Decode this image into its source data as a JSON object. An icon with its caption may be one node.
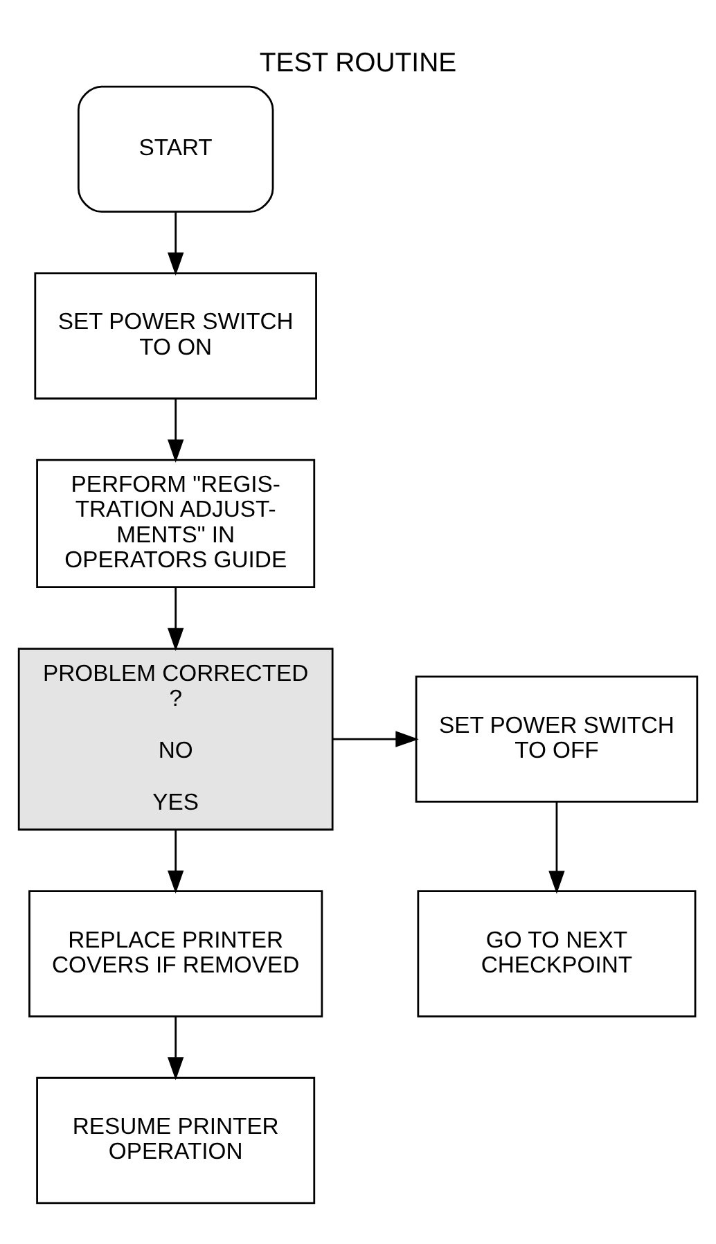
{
  "diagram": {
    "title": "TEST ROUTINE",
    "nodes": [
      {
        "text": [
          "START"
        ]
      },
      {
        "text": [
          "SET POWER SWITCH TO ON"
        ]
      },
      {
        "text": [
          "PERFORM \"REGIS- TRATION ADJUST- MENTS\" IN OPERATORS GUIDE"
        ]
      },
      {
        "text": [
          "PROBLEM CORRECTED ?",
          "NO",
          "YES"
        ]
      },
      {
        "text": [
          "SET POWER SWITCH TO OFF"
        ]
      },
      {
        "text": [
          "GO TO NEXT CHECKPOINT"
        ]
      },
      {
        "text": [
          "REPLACE PRINTER COVERS IF REMOVED"
        ]
      },
      {
        "text": [
          "RESUME PRINTER OPERATION"
        ]
      }
    ],
    "edges": [
      {
        "from": 0,
        "to": 1,
        "arrow": "to"
      },
      {
        "from": 1,
        "to": 2,
        "arrow": "to"
      },
      {
        "from": 2,
        "to": 3,
        "arrow": "to"
      },
      {
        "from": 3,
        "to": 4,
        "arrow": "to"
      },
      {
        "from": 4,
        "to": 5,
        "arrow": "to"
      },
      {
        "from": 3,
        "to": 6,
        "arrow": "to"
      },
      {
        "from": 6,
        "to": 7,
        "arrow": "to"
      }
    ]
  }
}
